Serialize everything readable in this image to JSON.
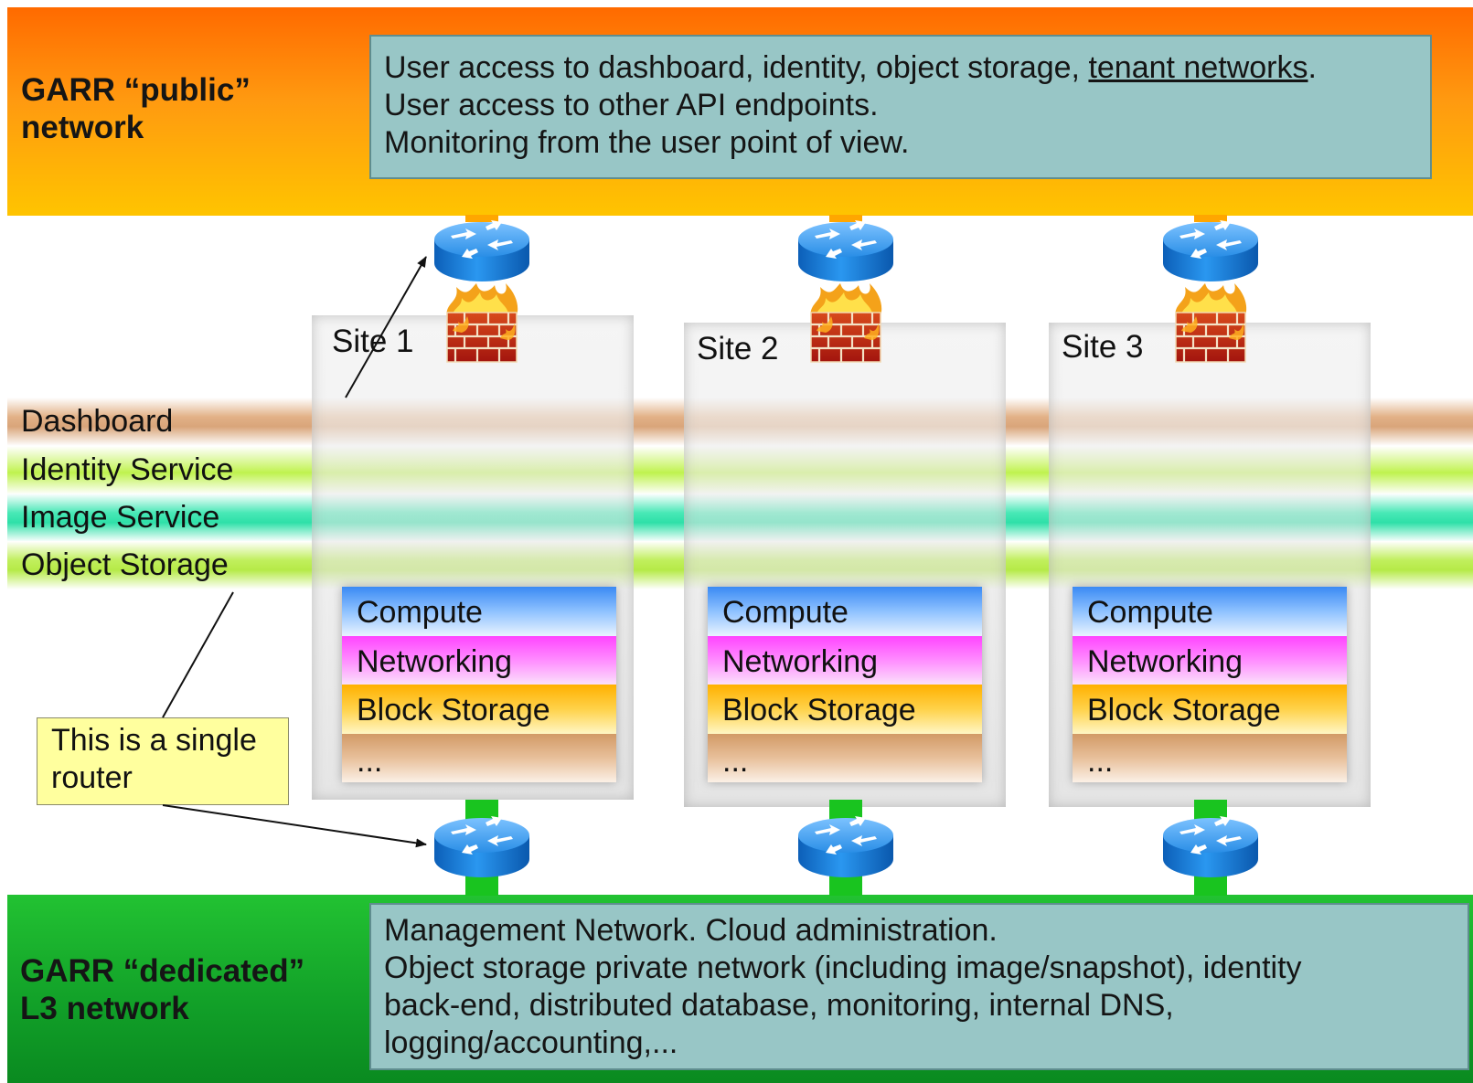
{
  "public_network": {
    "title_line1": "GARR “public”",
    "title_line2": "network",
    "info_line1_prefix": "User access to dashboard, identity, object storage, ",
    "info_line1_link": "tenant networks",
    "info_line1_suffix": ".",
    "info_line2": "User access to other API endpoints.",
    "info_line3": "Monitoring from the user point of view."
  },
  "dedicated_network": {
    "title_line1": "GARR “dedicated”",
    "title_line2": "L3 network",
    "info_line1": "Management Network. Cloud administration.",
    "info_line2": "Object storage private network (including image/snapshot), identity",
    "info_line3": "back-end, distributed database, monitoring, internal DNS,",
    "info_line4": "logging/accounting,..."
  },
  "shared_services": [
    "Dashboard",
    "Identity Service",
    "Image Service",
    "Object Storage"
  ],
  "sites": [
    {
      "label": "Site 1",
      "services": [
        "Compute",
        "Networking",
        "Block Storage",
        "..."
      ]
    },
    {
      "label": "Site 2",
      "services": [
        "Compute",
        "Networking",
        "Block Storage",
        "..."
      ]
    },
    {
      "label": "Site 3",
      "services": [
        "Compute",
        "Networking",
        "Block Storage",
        "..."
      ]
    }
  ],
  "note": {
    "line1": "This is a single",
    "line2": "router"
  },
  "colors": {
    "public_band_top": "#ff6a00",
    "public_band_bottom": "#ffc400",
    "dedicated_band": "#119f28",
    "info_box": "#98c6c6",
    "router": "#1a86e8",
    "note_box": "#ffff9e"
  },
  "icons": [
    "router-icon",
    "firewall-icon"
  ]
}
